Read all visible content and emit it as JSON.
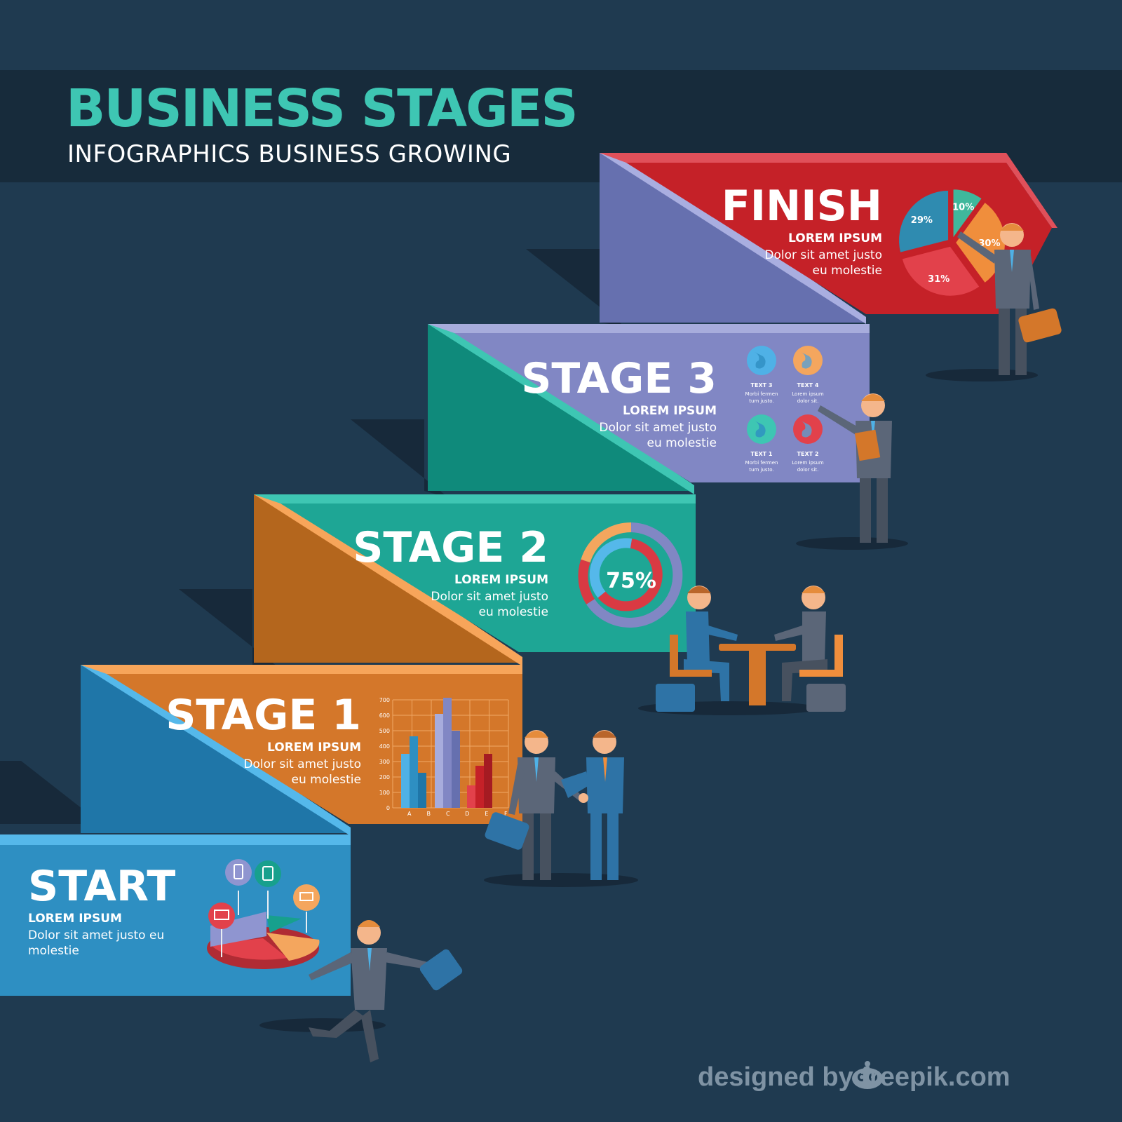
{
  "header": {
    "title": "BUSINESS STAGES",
    "subtitle": "INFOGRAPHICS BUSINESS GROWING"
  },
  "stages": [
    {
      "name": "START",
      "heading": "LOREM IPSUM",
      "text": "Dolor sit amet justo eu molestie",
      "color": "#2e8fc2"
    },
    {
      "name": "STAGE 1",
      "heading": "LOREM IPSUM",
      "text": "Dolor sit amet justo eu molestie",
      "color": "#d4772a"
    },
    {
      "name": "STAGE 2",
      "heading": "LOREM IPSUM",
      "text": "Dolor sit amet justo eu molestie",
      "color": "#1ea695"
    },
    {
      "name": "STAGE 3",
      "heading": "LOREM IPSUM",
      "text": "Dolor sit amet justo eu molestie",
      "color": "#8187c4"
    },
    {
      "name": "FINISH",
      "heading": "LOREM IPSUM",
      "text": "Dolor sit amet justo eu molestie",
      "color": "#c52128"
    }
  ],
  "bar_chart": {
    "y_ticks": [
      "700",
      "600",
      "500",
      "400",
      "300",
      "200",
      "100",
      "0"
    ],
    "x_labels": [
      "A",
      "B",
      "C",
      "D",
      "E",
      "F"
    ]
  },
  "ring": {
    "value": 75,
    "label": "75%"
  },
  "globes": [
    {
      "title": "TEXT 3",
      "line1": "Morbi fermen",
      "line2": "tum justo."
    },
    {
      "title": "TEXT 4",
      "line1": "Lorem ipsum",
      "line2": "dolor sit."
    },
    {
      "title": "TEXT 1",
      "line1": "Morbi fermen",
      "line2": "tum justo."
    },
    {
      "title": "TEXT 2",
      "line1": "Lorem ipsum",
      "line2": "dolor sit."
    }
  ],
  "pie": [
    {
      "label": "10%",
      "value": 10,
      "color": "#3fb89c"
    },
    {
      "label": "30%",
      "value": 30,
      "color": "#f08e3c"
    },
    {
      "label": "31%",
      "value": 31,
      "color": "#e2414b"
    },
    {
      "label": "29%",
      "value": 29,
      "color": "#2f8bb0"
    }
  ],
  "watermark": "designed by      freepik.com"
}
